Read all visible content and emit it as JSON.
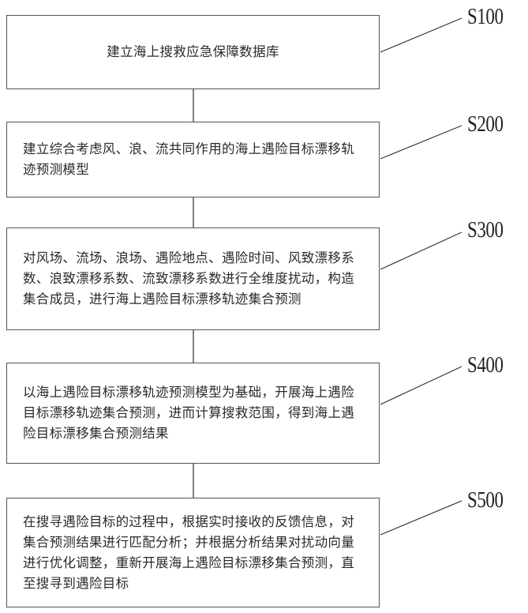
{
  "diagram": {
    "type": "flowchart",
    "steps": [
      {
        "id": "S100",
        "label": "S100",
        "text": "建立海上搜救应急保障数据库"
      },
      {
        "id": "S200",
        "label": "S200",
        "text": "建立综合考虑风、浪、流共同作用的海上遇险目标漂移轨迹预测模型"
      },
      {
        "id": "S300",
        "label": "S300",
        "text": "对风场、流场、浪场、遇险地点、遇险时间、风致漂移系数、浪致漂移系数、流致漂移系数进行全维度扰动，构造集合成员，进行海上遇险目标漂移轨迹集合预测"
      },
      {
        "id": "S400",
        "label": "S400",
        "text": "以海上遇险目标漂移轨迹预测模型为基础，开展海上遇险目标漂移轨迹集合预测，进而计算搜救范围，得到海上遇险目标漂移集合预测结果"
      },
      {
        "id": "S500",
        "label": "S500",
        "text": "在搜寻遇险目标的过程中，根据实时接收的反馈信息，对集合预测结果进行匹配分析；并根据分析结果对扰动向量进行优化调整，重新开展海上遇险目标漂移集合预测，直至搜寻到遇险目标"
      }
    ],
    "connections": [
      [
        "S100",
        "S200"
      ],
      [
        "S200",
        "S300"
      ],
      [
        "S300",
        "S400"
      ],
      [
        "S400",
        "S500"
      ]
    ]
  }
}
